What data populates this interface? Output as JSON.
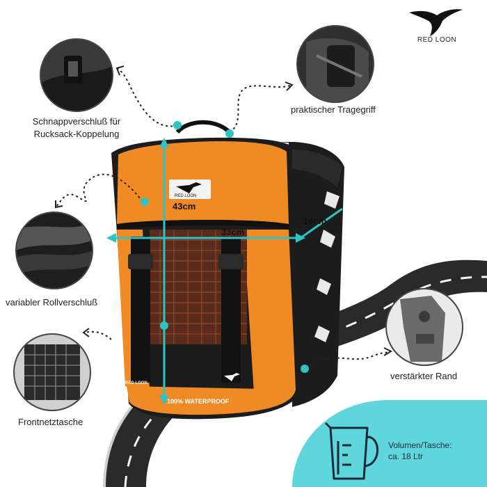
{
  "brand": {
    "name": "RED LOON",
    "bag_logo_text": "RED LOON",
    "bottom_logo_text": "RED LOON"
  },
  "bag": {
    "waterproof_text": "100% WATERPROOF"
  },
  "dimensions": {
    "height": "43cm",
    "width": "33cm",
    "depth": "16cm"
  },
  "features": {
    "buckle": {
      "line1": "Schnappverschluß für",
      "line2": "Rucksack-Koppelung"
    },
    "handle": "praktischer Tragegriff",
    "rolltop": "variabler Rollverschluß",
    "edge": "verstärkter Rand",
    "frontnet": "Frontnetztasche"
  },
  "volume": {
    "line1": "Volumen/Tasche:",
    "line2": "ca. 18 Ltr"
  },
  "colors": {
    "accent": "#2ec4c4",
    "bag_orange": "#f08a24",
    "bag_black": "#1c1c1c",
    "road": "#2a2a2a",
    "panel": "#5fd6dc"
  }
}
